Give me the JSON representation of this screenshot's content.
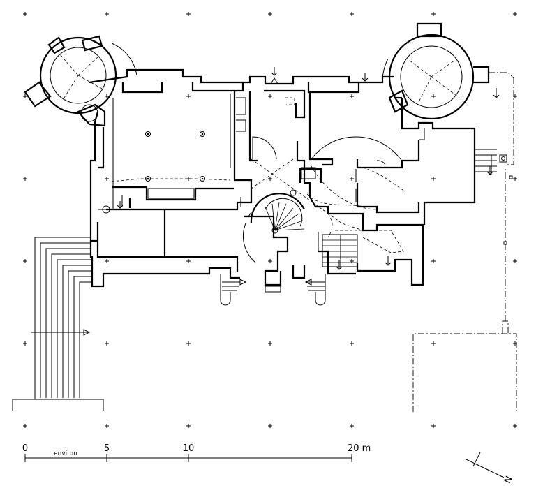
{
  "scale_bar": {
    "ticks": [
      "0",
      "5",
      "10",
      "20 m"
    ],
    "sublabel": "environ"
  },
  "north_arrow": {
    "label": "N"
  }
}
